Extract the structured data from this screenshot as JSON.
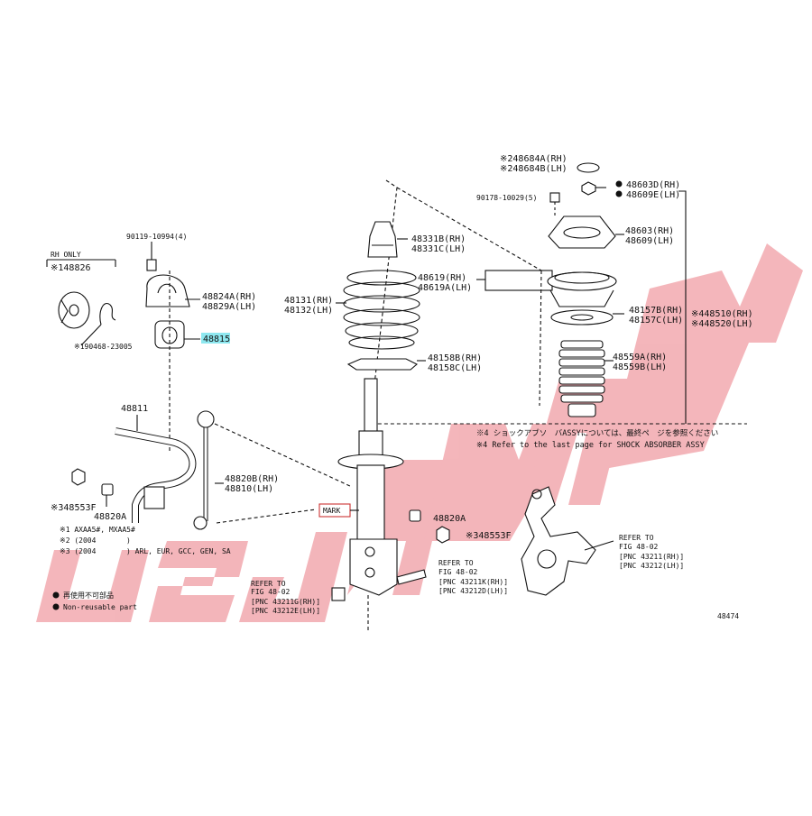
{
  "watermark": {
    "text": "USJAPAN",
    "color": "#f0a8ae"
  },
  "colors": {
    "line": "#111111",
    "highlight": "#8ee8f0",
    "dot": "#111111"
  },
  "stabilizer": {
    "rh_only": "RH ONLY",
    "p1": "※148826",
    "p2": "※190468-23005",
    "bolt": "90119-10994(4)",
    "bracket_rh": "48824A(RH)",
    "bracket_lh": "48829A(LH)",
    "bushing": "48815",
    "bar": "48811",
    "nut_left": "※348553F",
    "nut_left2": "48820A",
    "link_rh": "48820B(RH)",
    "link_lh": "48810(LH)"
  },
  "strut": {
    "bumper_rh": "48331B(RH)",
    "bumper_lh": "48331C(LH)",
    "spring_rh": "48131(RH)",
    "spring_lh": "48132(LH)",
    "absorber_rh": "48619(RH)",
    "absorber_lh": "48619A(LH)",
    "seat_rh": "48158B(RH)",
    "seat_lh": "48158C(LH)",
    "nut_right": "48820A",
    "nut_right2": "※348553F",
    "mark": "MARK"
  },
  "mount": {
    "cap_rh": "※248684A(RH)",
    "cap_lh": "※248684B(LH)",
    "nut_rh": "48603D(RH)",
    "nut_lh": "48609E(LH)",
    "bolt": "90178-10029(5)",
    "support_rh": "48603(RH)",
    "support_lh": "48609(LH)",
    "insulator_rh": "48157B(RH)",
    "insulator_lh": "48157C(LH)",
    "group_rh": "※448510(RH)",
    "group_lh": "※448520(LH)",
    "boot_rh": "48559A(RH)",
    "boot_lh": "48559B(LH)"
  },
  "notes": {
    "jp": "※4 ショックアブソ　バASSYについては、最終ペ　ジを参照ください",
    "en": "※4 Refer to the last page for SHOCK ABSORBER ASSY"
  },
  "refs": {
    "bottom_title1": "REFER TO",
    "bottom_title2": "FIG 48-02",
    "bottom_pnc1": "[PNC 43211G(RH)]",
    "bottom_pnc2": "[PNC 43212E(LH)]",
    "mid_title1": "REFER TO",
    "mid_title2": "FIG 48-02",
    "mid_pnc1": "[PNC 43211K(RH)]",
    "mid_pnc2": "[PNC 43212D(LH)]",
    "right_title1": "REFER TO",
    "right_title2": "FIG 48-02",
    "right_pnc1": "[PNC 43211(RH)]",
    "right_pnc2": "[PNC 43212(LH)]"
  },
  "footnotes": {
    "f1": "※1 AXAA5#, MXAA5#",
    "f2": "※2 (2004",
    "f2b": ")",
    "f3": "※3 (2004",
    "f3b": ") ARL, EUR, GCC, GEN, SA"
  },
  "legend": {
    "jp": "再使用不可部品",
    "en": "Non-reusable part"
  },
  "figure_number": "48474"
}
